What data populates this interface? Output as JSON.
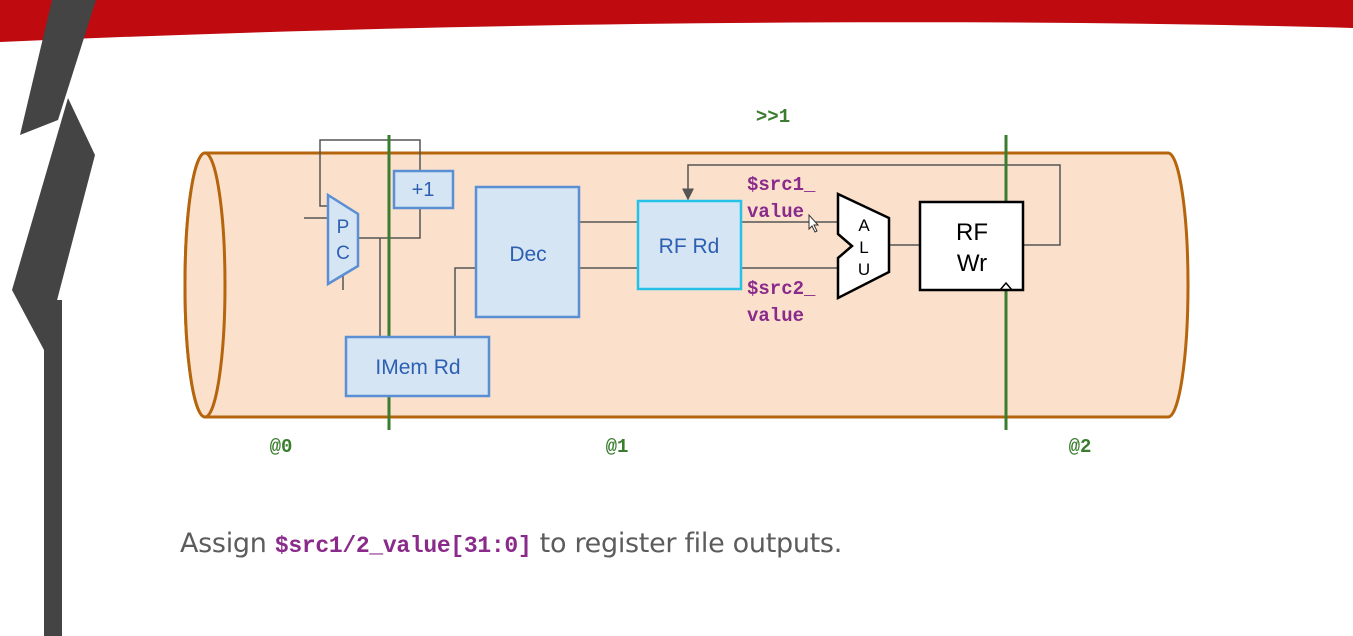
{
  "colors": {
    "header_red": "#bf0a0f",
    "stripe_dark": "#444444",
    "pipe_fill": "#fbe0cc",
    "pipe_stroke": "#b5650d",
    "stage_green": "#3a7d2e",
    "block_fill": "#d5e5f3",
    "block_stroke": "#5a8fd3",
    "block_text": "#2d5fb3",
    "rfrd_stroke": "#25c1e6",
    "signal_purple": "#8a2a8a",
    "wire": "#555555"
  },
  "diagram": {
    "retime_label": ">>1",
    "stages": [
      "@0",
      "@1",
      "@2"
    ],
    "blocks": {
      "pc": {
        "line1": "P",
        "line2": "C"
      },
      "plus_one": "+1",
      "imem": "IMem Rd",
      "dec": "Dec",
      "rf_rd": "RF Rd",
      "alu": {
        "line1": "A",
        "line2": "L",
        "line3": "U"
      },
      "rf_wr": {
        "line1": "RF",
        "line2": "Wr"
      }
    },
    "signals": {
      "src1_line1": "$src1_",
      "src1_line2": "value",
      "src2_line1": "$src2_",
      "src2_line2": "value"
    }
  },
  "caption": {
    "prefix": "Assign ",
    "code": "$src1/2_value[31:0]",
    "suffix": " to register file outputs."
  }
}
